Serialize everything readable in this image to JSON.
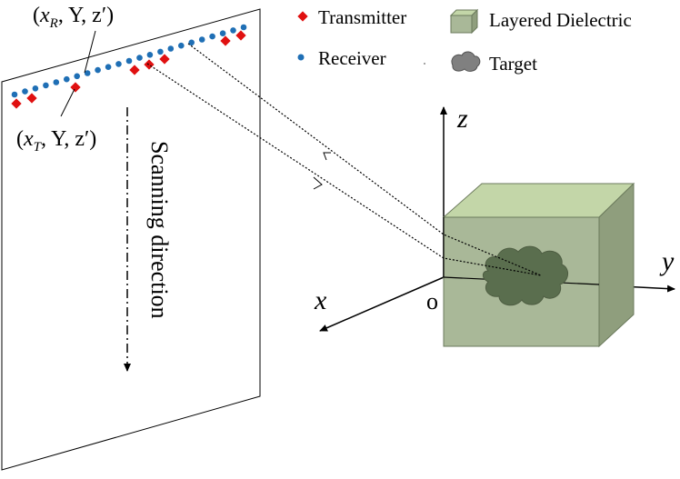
{
  "legend": {
    "transmitter": {
      "label": "Transmitter",
      "color": "#e01010"
    },
    "receiver": {
      "label": "Receiver",
      "color": "#1f6fb5"
    },
    "dielectric": {
      "label": "Layered Dielectric",
      "color": "#c3d6a8"
    },
    "target": {
      "label": "Target",
      "color": "#707070"
    }
  },
  "labels": {
    "receiver_coord": {
      "var": "x",
      "sub": "R",
      "rest": ", Y, z′)"
    },
    "transmitter_coord": {
      "var": "x",
      "sub": "T",
      "rest": ", Y, z′)"
    },
    "scanning_direction": "Scanning direction"
  },
  "axes": {
    "x": "x",
    "y": "y",
    "z": "z",
    "origin": "o"
  },
  "colors": {
    "box_front": "#a9b898",
    "box_top": "#c3d6a8",
    "box_side": "#8f9e7d",
    "target_fill": "#5a6e4e"
  }
}
